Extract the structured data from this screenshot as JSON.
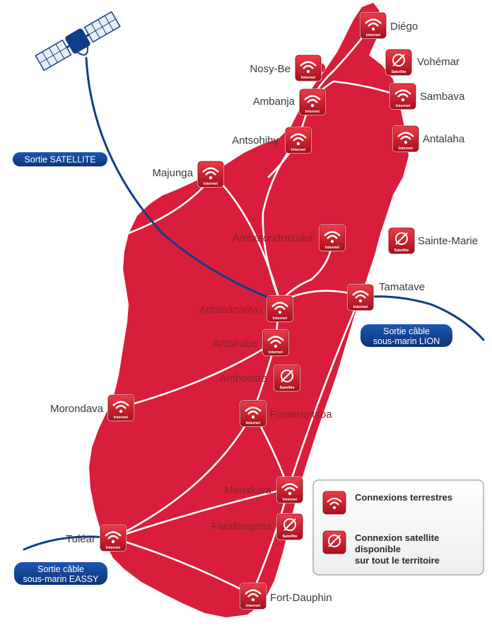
{
  "colors": {
    "land": "#d81e3a",
    "route": "#ffffff",
    "cable": "#0f3d8a",
    "label": "#3a3a3a",
    "pill": "#0f3d8a",
    "icon_dark": "#b0121f"
  },
  "cities": [
    {
      "id": "diego",
      "name": "Diégo",
      "type": "internet"
    },
    {
      "id": "vohemar",
      "name": "Vohémar",
      "type": "satellite"
    },
    {
      "id": "nosybe",
      "name": "Nosy-Be",
      "type": "internet"
    },
    {
      "id": "sambava",
      "name": "Sambava",
      "type": "internet"
    },
    {
      "id": "ambanja",
      "name": "Ambanja",
      "type": "internet"
    },
    {
      "id": "antalaha",
      "name": "Antalaha",
      "type": "internet"
    },
    {
      "id": "antsohihy",
      "name": "Antsohihy",
      "type": "internet"
    },
    {
      "id": "majunga",
      "name": "Majunga",
      "type": "internet"
    },
    {
      "id": "ambatondrazaka",
      "name": "Ambatondrazaka",
      "type": "internet"
    },
    {
      "id": "saintemarie",
      "name": "Sainte-Marie",
      "type": "satellite"
    },
    {
      "id": "tamatave",
      "name": "Tamatave",
      "type": "internet"
    },
    {
      "id": "antananarivo",
      "name": "Antananarivo",
      "type": "internet"
    },
    {
      "id": "antsirabe",
      "name": "Antsirabe",
      "type": "internet"
    },
    {
      "id": "ambositra",
      "name": "Ambositra",
      "type": "satellite"
    },
    {
      "id": "morondava",
      "name": "Morondava",
      "type": "internet"
    },
    {
      "id": "fianarantsoa",
      "name": "Fianarantsoa",
      "type": "internet"
    },
    {
      "id": "manakara",
      "name": "Manakara",
      "type": "internet"
    },
    {
      "id": "farafangana",
      "name": "Farafangana",
      "type": "satellite"
    },
    {
      "id": "tulear",
      "name": "Tuléar",
      "type": "internet"
    },
    {
      "id": "fortdauphin",
      "name": "Fort-Dauphin",
      "type": "internet"
    }
  ],
  "icon_labels": {
    "internet": "Internet",
    "satellite": "Satellite"
  },
  "callouts": {
    "satellite": [
      "Sortie SATELLITE"
    ],
    "lion": [
      "Sortie câble",
      "sous-marin LION"
    ],
    "eassy": [
      "Sortie câble",
      "sous-marin EASSY"
    ]
  },
  "legend": {
    "terrestrial": [
      "Connexions terrestres"
    ],
    "satellite": [
      "Connexion satellite",
      "disponible",
      "sur tout le territoire"
    ]
  },
  "icons": {
    "satellite_art": "satellite-icon"
  }
}
